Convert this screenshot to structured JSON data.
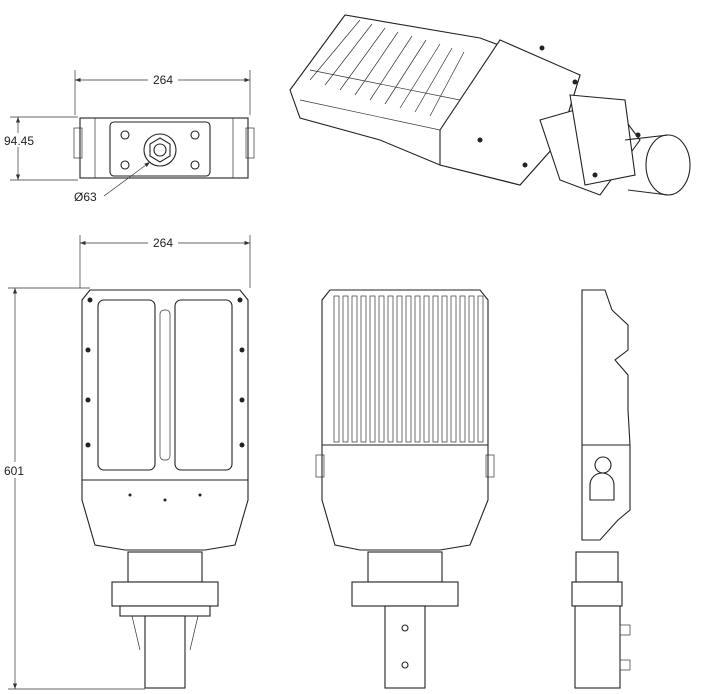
{
  "dimensions": {
    "top_width": "264",
    "top_height": "94.45",
    "pipe_diameter": "Ø63",
    "front_width": "264",
    "front_height": "601"
  },
  "colors": {
    "line": "#222222",
    "background": "#ffffff"
  }
}
